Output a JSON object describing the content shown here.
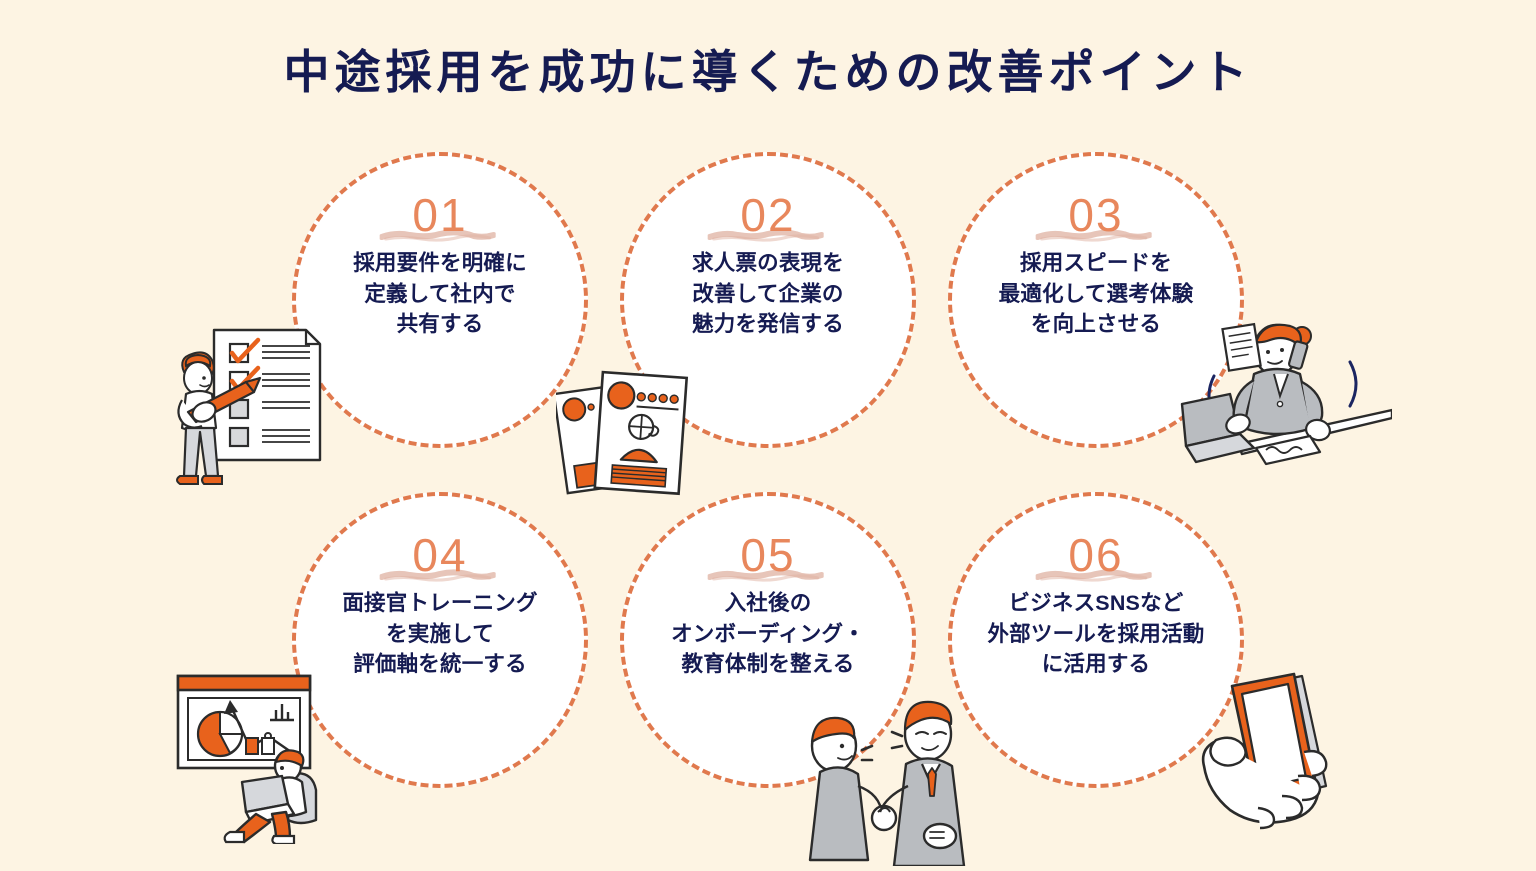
{
  "title": "中途採用を成功に導くための改善ポイント",
  "colors": {
    "background": "#FDF4E3",
    "title_navy": "#151B52",
    "circle_dash_orange": "#E0794D",
    "number_orange": "#E8875C",
    "brush_rose": "#D9A491",
    "illustration_orange": "#E8621C",
    "illustration_gray": "#B9BCC0",
    "circle_fill": "#FFFFFF"
  },
  "cards": [
    {
      "number": "01",
      "lines": [
        "採用要件を明確に",
        "定義して社内で",
        "共有する"
      ],
      "illustration": "person-checklist-pen-icon"
    },
    {
      "number": "02",
      "lines": [
        "求人票の表現を",
        "改善して企業の",
        "魅力を発信する"
      ],
      "illustration": "job-posting-flyers-icon"
    },
    {
      "number": "03",
      "lines": [
        "採用スピードを",
        "最適化して選考体験",
        "を向上させる"
      ],
      "illustration": "busy-recruiter-desk-icon"
    },
    {
      "number": "04",
      "lines": [
        "面接官トレーニング",
        "を実施して",
        "評価軸を統一する"
      ],
      "illustration": "presentation-charts-laptop-icon"
    },
    {
      "number": "05",
      "lines": [
        "入社後の",
        "オンボーディング・",
        "教育体制を整える"
      ],
      "illustration": "two-people-talking-icon"
    },
    {
      "number": "06",
      "lines": [
        "ビジネスSNSなど",
        "外部ツールを採用活動",
        "に活用する"
      ],
      "illustration": "hand-holding-smartphone-icon"
    }
  ]
}
